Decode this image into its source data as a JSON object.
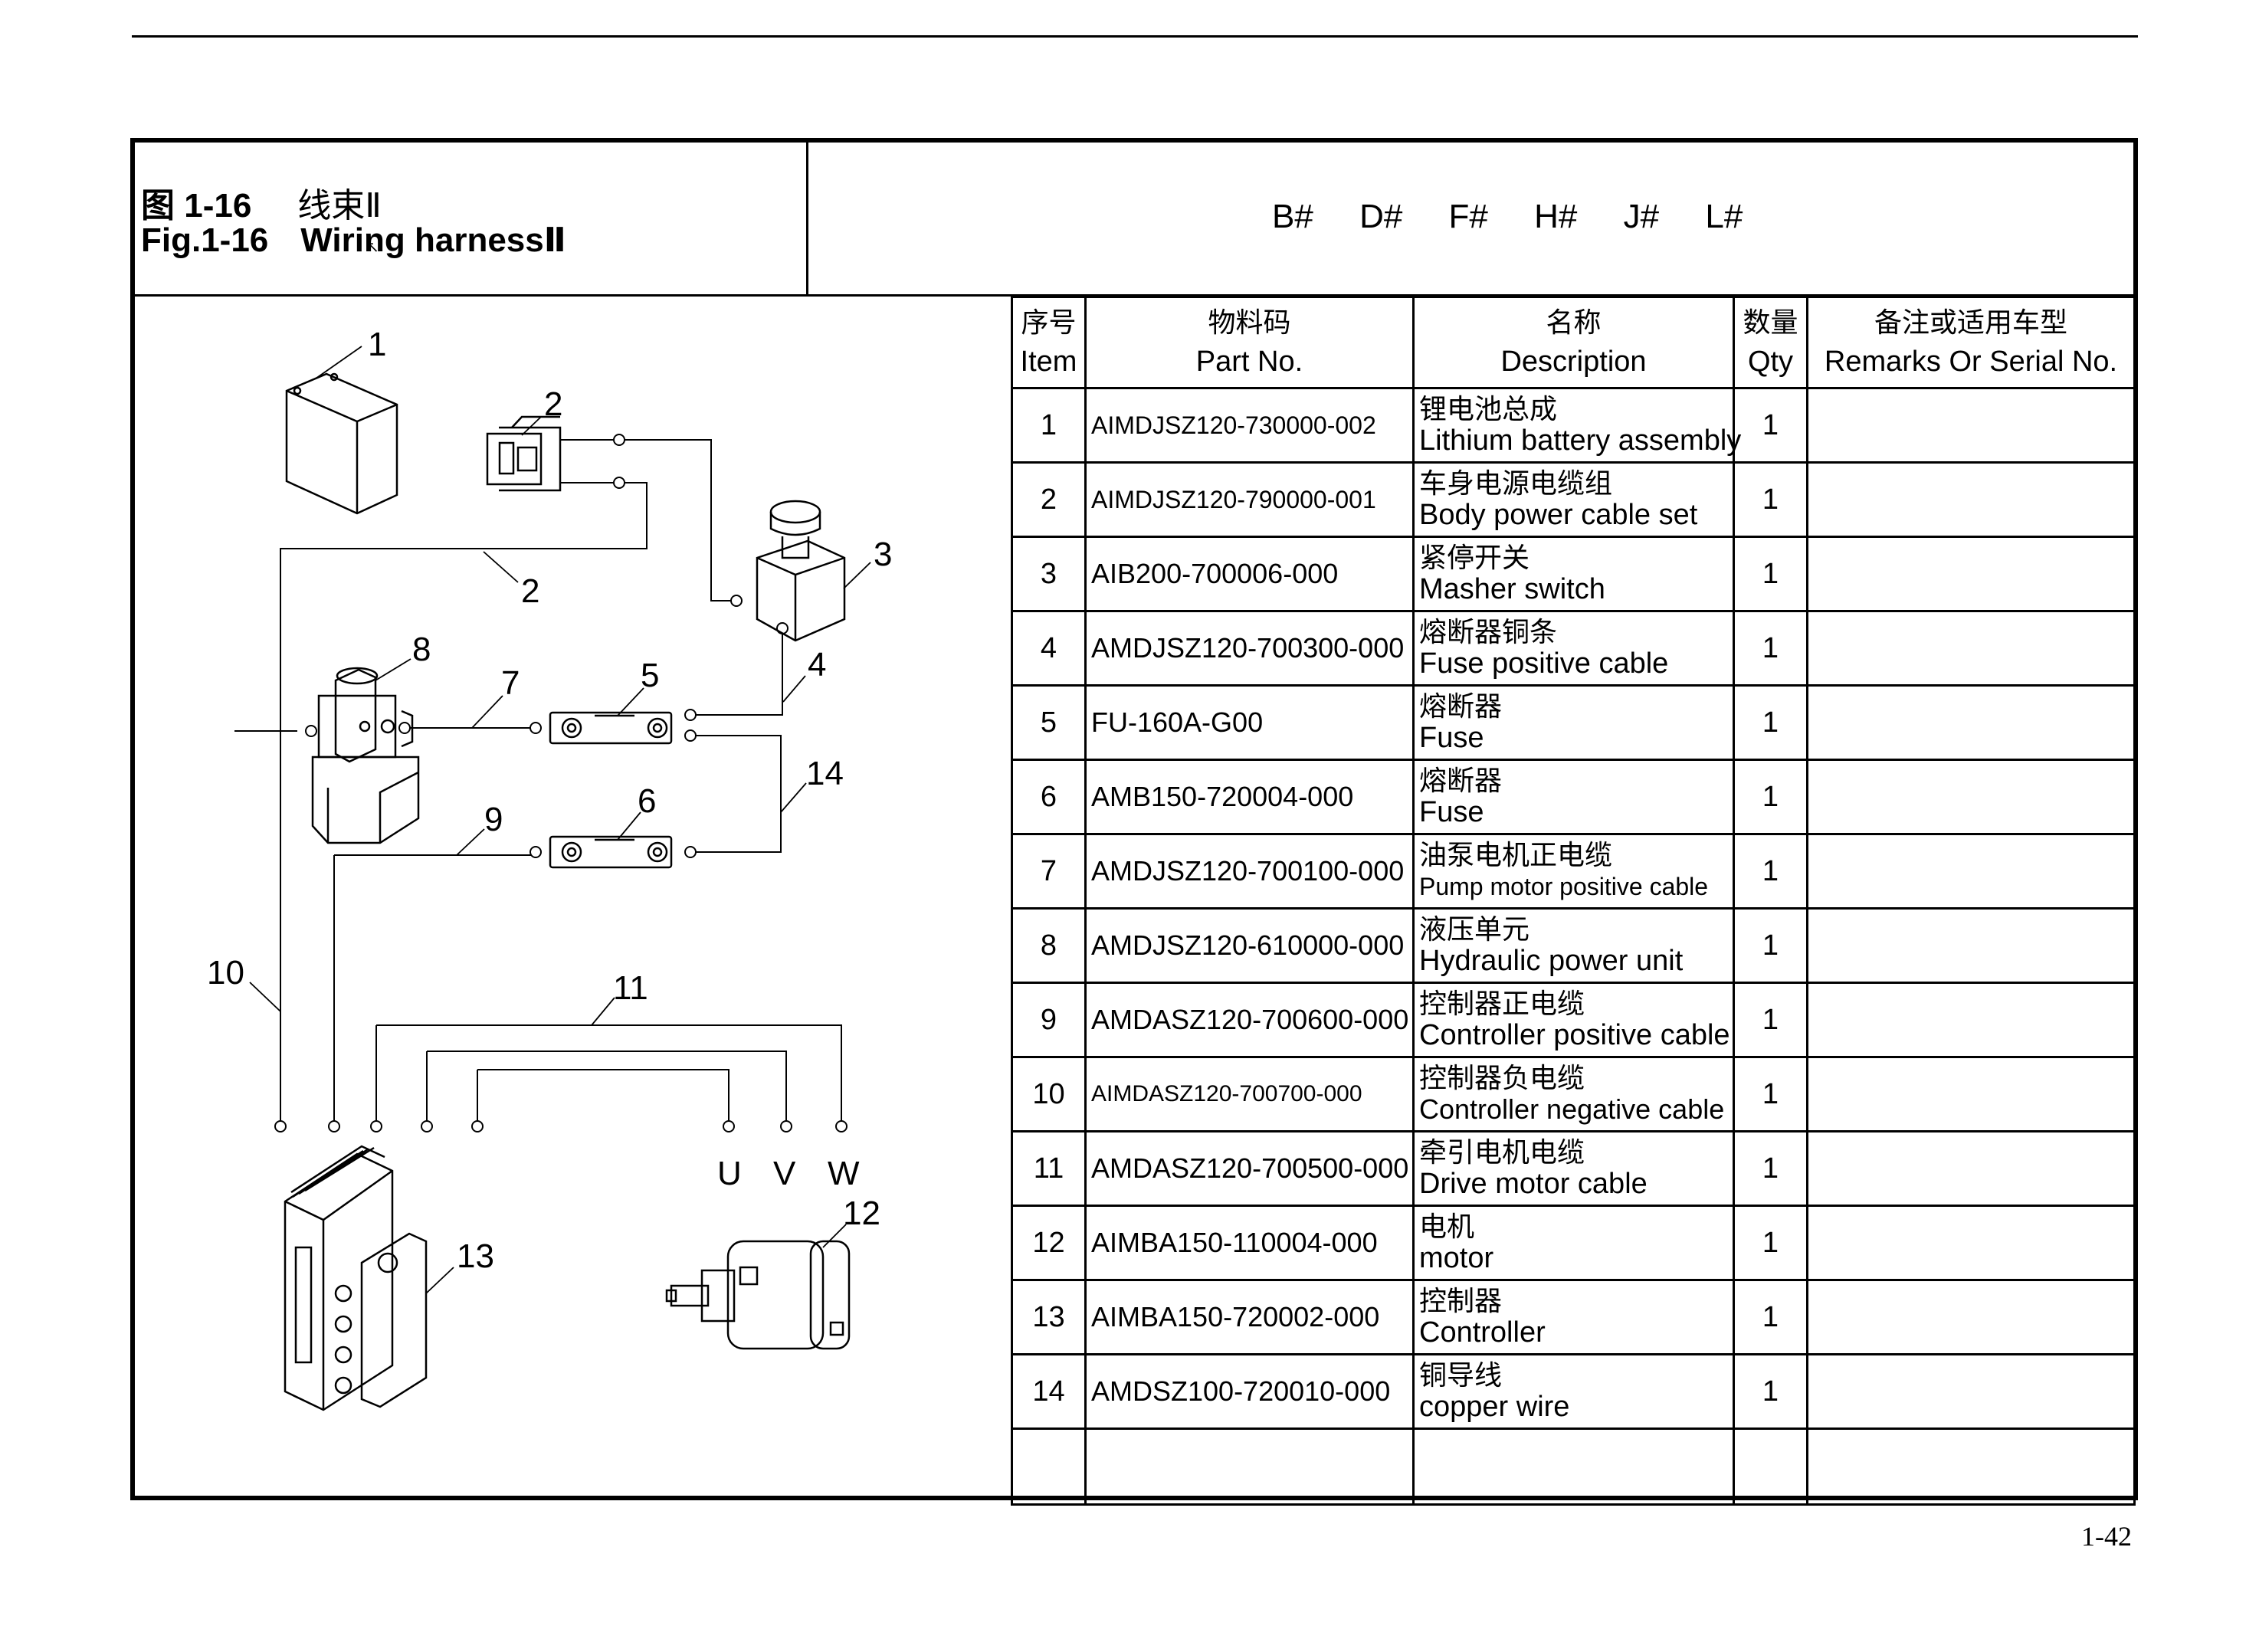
{
  "figure": {
    "label_cn": "图 1-16",
    "title_cn": "线束Ⅱ",
    "label_en": "Fig.1-16",
    "title_en": "Wiring harnessⅡ"
  },
  "serials": [
    "B#",
    "D#",
    "F#",
    "H#",
    "J#",
    "L#"
  ],
  "table": {
    "headers": {
      "item": {
        "cn": "序号",
        "en": "Item"
      },
      "part": {
        "cn": "物料码",
        "en": "Part No."
      },
      "desc": {
        "cn": "名称",
        "en": "Description"
      },
      "qty": {
        "cn": "数量",
        "en": "Qty"
      },
      "remarks": {
        "cn": "备注或适用车型",
        "en": "Remarks Or Serial No."
      }
    },
    "rows": [
      {
        "item": "1",
        "part": "AIMDJSZ120-730000-002",
        "cn": "锂电池总成",
        "en": "Lithium battery assembly",
        "qty": "1",
        "remarks": ""
      },
      {
        "item": "2",
        "part": "AIMDJSZ120-790000-001",
        "cn": "车身电源电缆组",
        "en": "Body power cable set",
        "qty": "1",
        "remarks": ""
      },
      {
        "item": "3",
        "part": "AIB200-700006-000",
        "cn": "紧停开关",
        "en": "Masher switch",
        "qty": "1",
        "remarks": ""
      },
      {
        "item": "4",
        "part": "AMDJSZ120-700300-000",
        "cn": "熔断器铜条",
        "en": "Fuse positive cable",
        "qty": "1",
        "remarks": ""
      },
      {
        "item": "5",
        "part": "FU-160A-G00",
        "cn": "熔断器",
        "en": "Fuse",
        "qty": "1",
        "remarks": ""
      },
      {
        "item": "6",
        "part": "AMB150-720004-000",
        "cn": "熔断器",
        "en": "Fuse",
        "qty": "1",
        "remarks": ""
      },
      {
        "item": "7",
        "part": "AMDJSZ120-700100-000",
        "cn": "油泵电机正电缆",
        "en": "Pump motor positive cable",
        "qty": "1",
        "remarks": ""
      },
      {
        "item": "8",
        "part": "AMDJSZ120-610000-000",
        "cn": "液压单元",
        "en": "Hydraulic power unit",
        "qty": "1",
        "remarks": ""
      },
      {
        "item": "9",
        "part": "AMDASZ120-700600-000",
        "cn": "控制器正电缆",
        "en": "Controller positive cable",
        "qty": "1",
        "remarks": ""
      },
      {
        "item": "10",
        "part": "AIMDASZ120-700700-000",
        "cn": "控制器负电缆",
        "en": "Controller negative cable",
        "qty": "1",
        "remarks": ""
      },
      {
        "item": "11",
        "part": "AMDASZ120-700500-000",
        "cn": "牵引电机电缆",
        "en": "Drive motor cable",
        "qty": "1",
        "remarks": ""
      },
      {
        "item": "12",
        "part": "AIMBA150-110004-000",
        "cn": "电机",
        "en": "motor",
        "qty": "1",
        "remarks": ""
      },
      {
        "item": "13",
        "part": "AIMBA150-720002-000",
        "cn": "控制器",
        "en": "Controller",
        "qty": "1",
        "remarks": ""
      },
      {
        "item": "14",
        "part": "AMDSZ100-720010-000",
        "cn": "铜导线",
        "en": "copper wire",
        "qty": "1",
        "remarks": ""
      }
    ]
  },
  "drawing": {
    "callouts": [
      "1",
      "2",
      "2",
      "3",
      "4",
      "5",
      "6",
      "7",
      "8",
      "9",
      "10",
      "11",
      "12",
      "13",
      "14"
    ],
    "terminals": [
      "U",
      "V",
      "W"
    ]
  },
  "page_number": "1-42"
}
